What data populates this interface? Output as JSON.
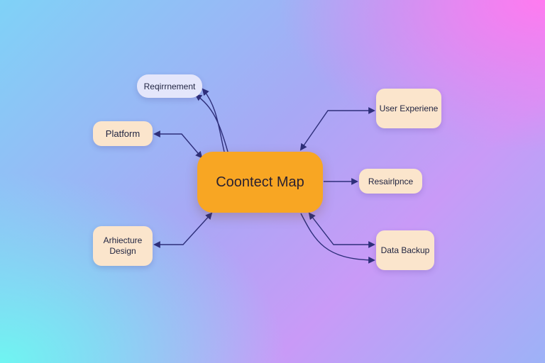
{
  "diagram": {
    "center": {
      "label": "Coontect Map",
      "color": "#f8a623"
    },
    "nodes": {
      "requirement": "Reqirrnement",
      "platform": "Platform",
      "architecture_line1": "Arhiecture",
      "architecture_line2": "Design",
      "user_experience": "User Experiene",
      "resilience": "Resairlpnce",
      "data_backup": "Data Backup"
    },
    "colors": {
      "node_fill": "#fbe5cc",
      "requirement_fill": "#e4e6fb",
      "edge": "#2e2f7a"
    }
  }
}
